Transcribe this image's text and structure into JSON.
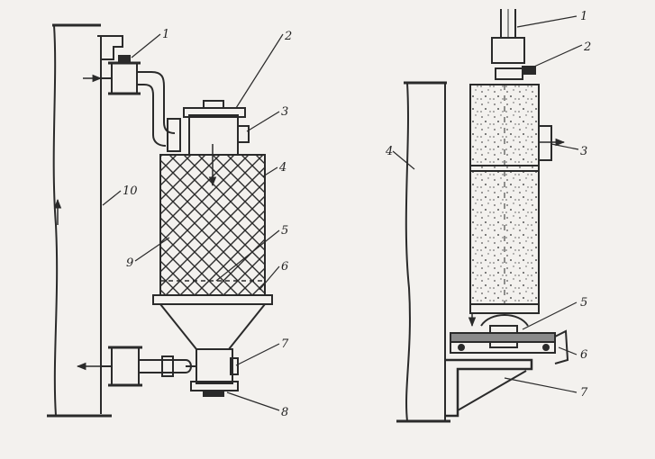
{
  "colors": {
    "paper": "#f3f1ee",
    "ink": "#2a2a2a",
    "speckle": "#555555"
  },
  "left_figure": {
    "labels": [
      "1",
      "2",
      "3",
      "4",
      "5",
      "6",
      "7",
      "8",
      "9",
      "10"
    ]
  },
  "right_figure": {
    "labels": [
      "1",
      "2",
      "3",
      "4",
      "5",
      "6",
      "7"
    ]
  }
}
